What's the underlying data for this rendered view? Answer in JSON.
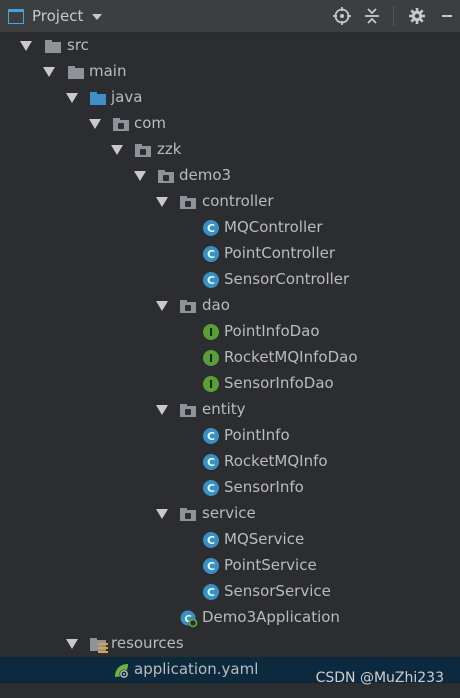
{
  "header": {
    "title": "Project"
  },
  "tree": [
    {
      "label": "src",
      "icon": "folder"
    },
    {
      "label": "main",
      "icon": "folder"
    },
    {
      "label": "java",
      "icon": "folder-source"
    },
    {
      "label": "com",
      "icon": "package"
    },
    {
      "label": "zzk",
      "icon": "package"
    },
    {
      "label": "demo3",
      "icon": "package"
    },
    {
      "label": "controller",
      "icon": "package"
    },
    {
      "label": "MQController",
      "icon": "class"
    },
    {
      "label": "PointController",
      "icon": "class"
    },
    {
      "label": "SensorController",
      "icon": "class"
    },
    {
      "label": "dao",
      "icon": "package"
    },
    {
      "label": "PointInfoDao",
      "icon": "interface"
    },
    {
      "label": "RocketMQInfoDao",
      "icon": "interface"
    },
    {
      "label": "SensorInfoDao",
      "icon": "interface"
    },
    {
      "label": "entity",
      "icon": "package"
    },
    {
      "label": "PointInfo",
      "icon": "class"
    },
    {
      "label": "RocketMQInfo",
      "icon": "class"
    },
    {
      "label": "SensorInfo",
      "icon": "class"
    },
    {
      "label": "service",
      "icon": "package"
    },
    {
      "label": "MQService",
      "icon": "class"
    },
    {
      "label": "PointService",
      "icon": "class"
    },
    {
      "label": "SensorService",
      "icon": "class"
    },
    {
      "label": "Demo3Application",
      "icon": "spring-boot-class"
    },
    {
      "label": "resources",
      "icon": "folder-resources"
    },
    {
      "label": "application.yaml",
      "icon": "spring-config-file"
    }
  ],
  "watermark": "CSDN @MuZhi233",
  "icons": {
    "class_letter": "C",
    "interface_letter": "I"
  },
  "colors": {
    "background": "#2b2d30",
    "header": "#3c3f41",
    "selected_row": "#0d293e",
    "class_icon": "#3d8fc1",
    "interface_icon": "#5b9e38"
  }
}
